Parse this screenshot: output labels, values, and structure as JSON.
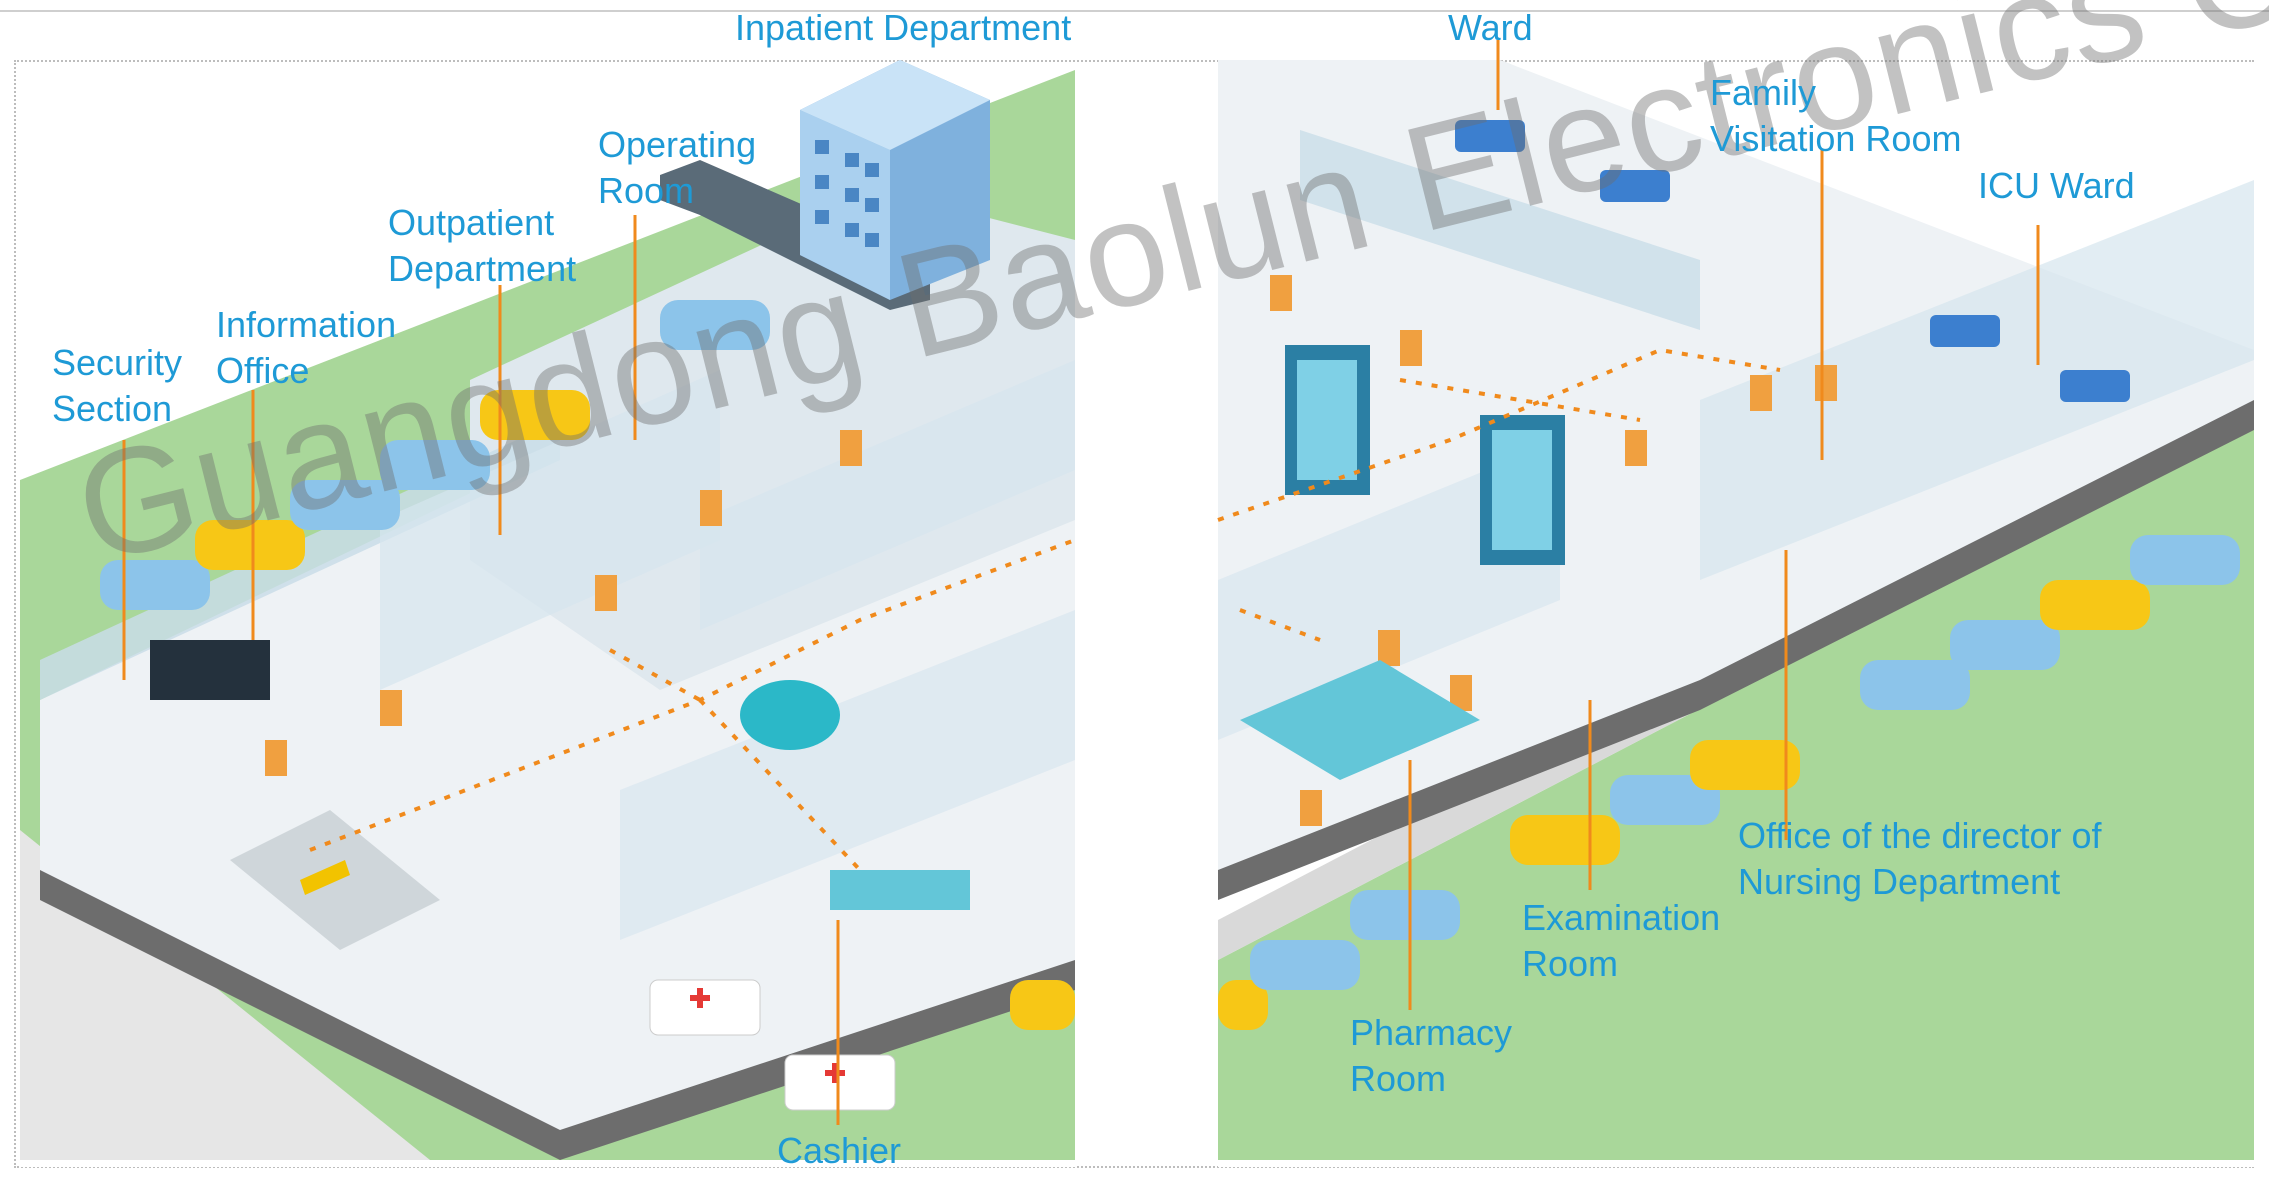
{
  "labels": {
    "inpatient_department": "Inpatient Department",
    "ward": "Ward",
    "family_visitation_1": "Family",
    "family_visitation_2": "Visitation Room",
    "icu_ward": "ICU Ward",
    "operating_room_1": "Operating",
    "operating_room_2": "Room",
    "outpatient_1": "Outpatient",
    "outpatient_2": "Department",
    "information_office_1": "Information",
    "information_office_2": "Office",
    "security_section_1": "Security",
    "security_section_2": "Section",
    "cashier": "Cashier",
    "pharmacy_room_1": "Pharmacy",
    "pharmacy_room_2": "Room",
    "examination_room_1": "Examination",
    "examination_room_2": "Room",
    "director_office_1": "Office of the director of",
    "director_office_2": "Nursing Department"
  },
  "watermark": "Guangdong Baolun Electronics Co., Ltd.",
  "colors": {
    "label": "#1e9ad6",
    "leader_line": "#f08a1c",
    "grass": "#a9d79a",
    "floor": "#e9eef2",
    "wall": "#c9dde8",
    "car_blue": "#8cc4ea",
    "car_yellow": "#f7c716",
    "door": "#f0a040",
    "road": "#d9d9d9"
  },
  "icons": [
    "ambulance-icon",
    "building-icon",
    "car-icon",
    "elevator-icon",
    "bed-icon",
    "person-icon",
    "door-icon"
  ]
}
